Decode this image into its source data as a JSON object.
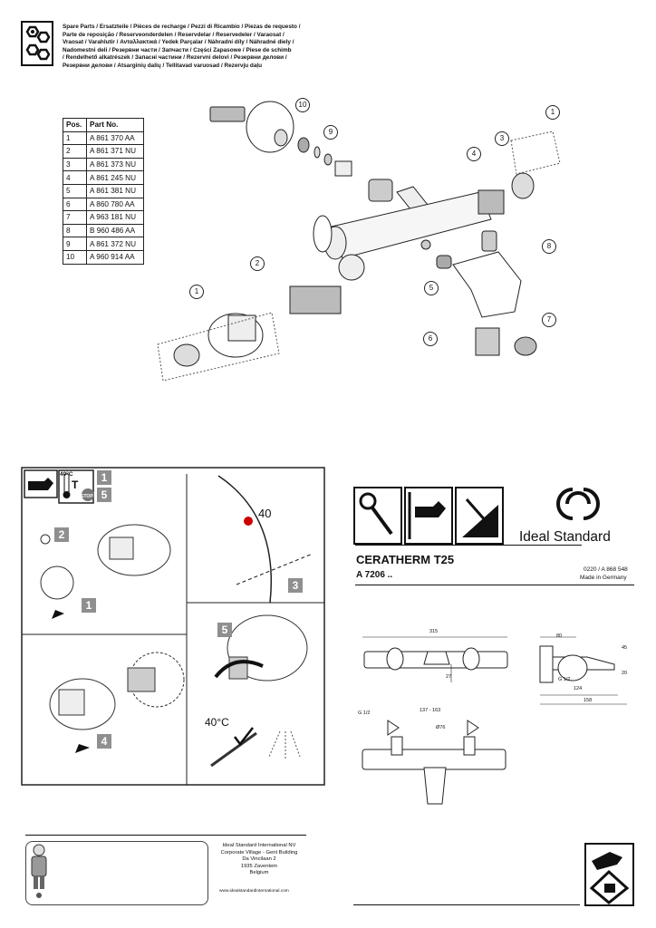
{
  "header": {
    "lines": [
      "Spare Parts / Ersatzteile / Pièces de recharge / Pezzi di Ricambio / Piezas de requesto /",
      "Parte de reposição / Reserveonderdelen / Reservdelar / Reservedeler / Varaosat /",
      "Vraosat / Varahlutir / Ανταλλακτικά / Yedek Parçalar / Náhradní díly / Náhradné diely /",
      "Nadomestni deli / Резервни части / Запчасти / Części Zapasowe / Piese de schimb",
      "/ Rendelhető alkatrészek / Запасні частини / Rezervni delovi / Резервни делови /",
      "Резервни делови / Atsarginių dalių / Tellitavad varuosad / Rezervju daļu"
    ]
  },
  "parts_table": {
    "headers": [
      "Pos.",
      "Part No."
    ],
    "rows": [
      [
        "1",
        "A 861 370 AA"
      ],
      [
        "2",
        "A 861 371 NU"
      ],
      [
        "3",
        "A 861 373 NU"
      ],
      [
        "4",
        "A 861 245 NU"
      ],
      [
        "5",
        "A 861 381 NU"
      ],
      [
        "6",
        "A 860 780 AA"
      ],
      [
        "7",
        "A 963 181 NU"
      ],
      [
        "8",
        "B 960 486 AA"
      ],
      [
        "9",
        "A 861 372 NU"
      ],
      [
        "10",
        "A 960 914 AA"
      ]
    ]
  },
  "callouts": [
    "10",
    "9",
    "1",
    "3",
    "4",
    "8",
    "2",
    "1",
    "5",
    "6",
    "7"
  ],
  "instructions": {
    "temp_icon": "40°C",
    "temp_letter": "T",
    "stop_label": "STOP",
    "step1": "1",
    "step2": "2",
    "step3": "3",
    "step4": "4",
    "step5": "5",
    "dial_value": "40",
    "check_label": "40°C"
  },
  "brand": {
    "name": "Ideal Standard",
    "product": "CERATHERM T25",
    "model": "A 7206 ..",
    "doc_ref": "0220 / A 868 548",
    "made_in": "Made in Germany"
  },
  "dimensions": {
    "width_total": "315",
    "h27": "27",
    "d80": "80",
    "d45": "45",
    "d20": "20",
    "d124": "124",
    "d158": "158",
    "g12a": "G 1/2",
    "g12b": "G 1/2",
    "spacing": "137 - 163",
    "diam": "Ø76"
  },
  "footer": {
    "company": "Ideal Standard International NV",
    "address1": "Corporate Village - Gent Building",
    "address2": "Da Vincilaan 2",
    "address3": "1935 Zaventem",
    "country": "Belgium",
    "website": "www.idealstandardinternational.com"
  }
}
